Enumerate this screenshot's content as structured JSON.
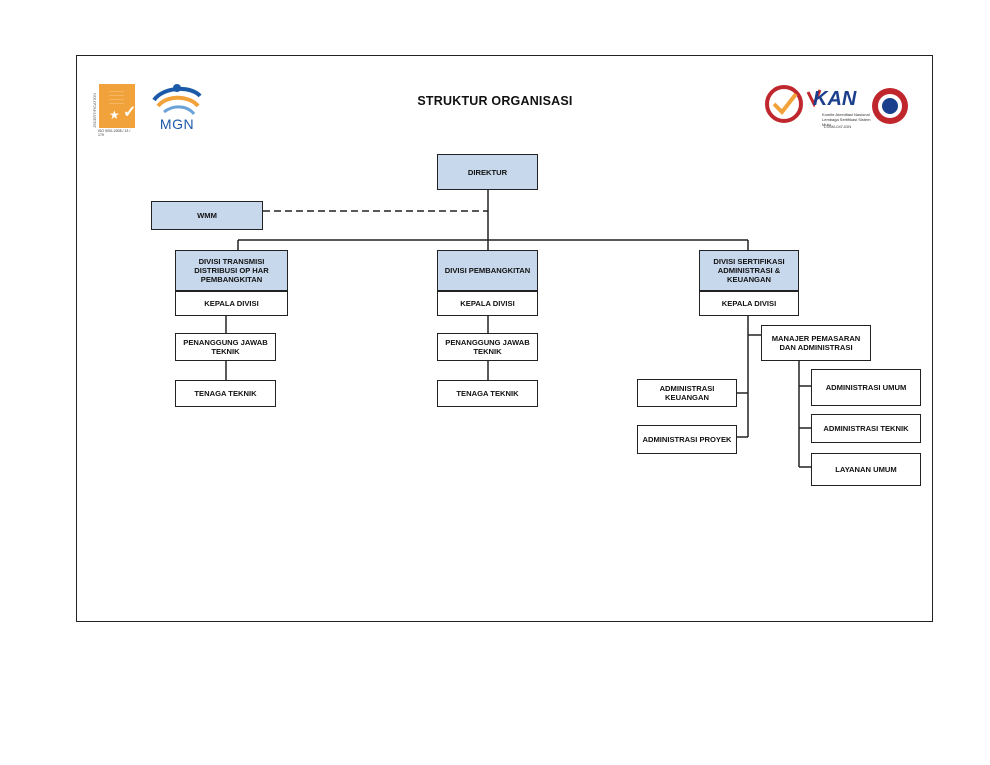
{
  "title": "STRUKTUR ORGANISASI",
  "logos": {
    "iso": {
      "name": "certification-logo",
      "side_text": "JSCERTIFICATION",
      "caption": "ISO 9001:2008 / 13 / 179"
    },
    "mgn": {
      "name": "mgn-logo",
      "text": "MGN"
    },
    "kan": {
      "name": "kan-logo",
      "text": "KAN",
      "subtitle": "Komite Akreditasi Nasional Lembaga Sertifikasi Sistem Mutu",
      "code": "LSSM-047-IDN"
    }
  },
  "nodes": {
    "direktur": "DIREKTUR",
    "wmm": "WMM",
    "div_transmisi": "DIVISI  TRANSMISI DISTRIBUSI OP HAR PEMBANGKITAN",
    "div_transmisi_kepala": "KEPALA DIVISI",
    "div_transmisi_pj": "PENANGGUNG JAWAB TEKNIK",
    "div_transmisi_tenaga": "TENAGA TEKNIK",
    "div_pembangkitan": "DIVISI PEMBANGKITAN",
    "div_pembangkitan_kepala": "KEPALA DIVISI",
    "div_pembangkitan_pj": "PENANGGUNG JAWAB TEKNIK",
    "div_pembangkitan_tenaga": "TENAGA TEKNIK",
    "div_sertifikasi": "DIVISI SERTIFIKASI ADMINISTRASI & KEUANGAN",
    "div_sertifikasi_kepala": "KEPALA DIVISI",
    "manajer": "MANAJER PEMASARAN DAN ADMINISTRASI",
    "admin_keuangan": "ADMINISTRASI KEUANGAN",
    "admin_proyek": "ADMINISTRASI PROYEK",
    "admin_umum": "ADMINISTRASI UMUM",
    "admin_teknik": "ADMINISTRASI TEKNIK",
    "layanan_umum": "LAYANAN UMUM"
  },
  "colors": {
    "header_fill": "#c8d8ec",
    "line": "#222222"
  }
}
